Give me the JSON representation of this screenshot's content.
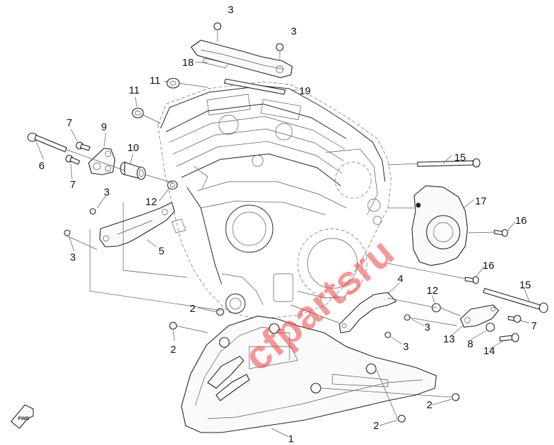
{
  "watermark": "cfpartsru",
  "fwd_label": "FWD",
  "callouts": [
    {
      "id": "c3a",
      "text": "3"
    },
    {
      "id": "c3b",
      "text": "3"
    },
    {
      "id": "c18",
      "text": "18"
    },
    {
      "id": "c11a",
      "text": "11"
    },
    {
      "id": "c19",
      "text": "19"
    },
    {
      "id": "c11b",
      "text": "11"
    },
    {
      "id": "c7a",
      "text": "7"
    },
    {
      "id": "c9",
      "text": "9"
    },
    {
      "id": "c10",
      "text": "10"
    },
    {
      "id": "c6",
      "text": "6"
    },
    {
      "id": "c7b",
      "text": "7"
    },
    {
      "id": "c15a",
      "text": "15"
    },
    {
      "id": "c3c",
      "text": "3"
    },
    {
      "id": "c12a",
      "text": "12"
    },
    {
      "id": "c17",
      "text": "17"
    },
    {
      "id": "c16a",
      "text": "16"
    },
    {
      "id": "c5",
      "text": "5"
    },
    {
      "id": "c3d",
      "text": "3"
    },
    {
      "id": "c16b",
      "text": "16"
    },
    {
      "id": "c4",
      "text": "4"
    },
    {
      "id": "c15b",
      "text": "15"
    },
    {
      "id": "c12b",
      "text": "12"
    },
    {
      "id": "c2a",
      "text": "2"
    },
    {
      "id": "c3e",
      "text": "3"
    },
    {
      "id": "c7c",
      "text": "7"
    },
    {
      "id": "c13",
      "text": "13"
    },
    {
      "id": "c8",
      "text": "8"
    },
    {
      "id": "c2b",
      "text": "2"
    },
    {
      "id": "c3f",
      "text": "3"
    },
    {
      "id": "c14",
      "text": "14"
    },
    {
      "id": "c2c",
      "text": "2"
    },
    {
      "id": "c2d",
      "text": "2"
    },
    {
      "id": "c1",
      "text": "1"
    }
  ]
}
